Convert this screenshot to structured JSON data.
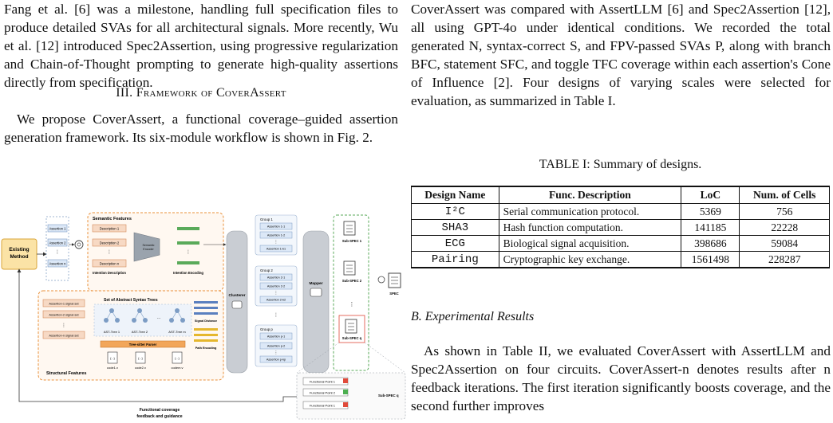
{
  "left": {
    "intro_para": "Fang et al. [6] was a milestone, handling full specification files to produce detailed SVAs for all architectural signals. More recently, Wu et al. [12] introduced Spec2Assertion, using progressive regularization and Chain-of-Thought prompting to generate high-quality assertions directly from specification.",
    "section_title": "III. Framework of CoverAssert",
    "section_para": "We propose CoverAssert, a functional coverage–guided assertion generation framework. Its six-module workflow is shown in Fig. 2."
  },
  "figure": {
    "existing_method": "Existing Method",
    "semantic_features": "Semantic Features",
    "structural_features": "Structural Features",
    "assertions": [
      "Assertion 1",
      "Assertion 2",
      "Assertion n"
    ],
    "descriptions": [
      "Description 1",
      "Description 2",
      "Description n"
    ],
    "semantic_encoder": "Semantic Encoder",
    "intention_description": "Intention Description",
    "intention_encoding": "Intention Encoding",
    "signal_sets": [
      "Assertion-1 signal set",
      "Assertion-2 signal set",
      "Assertion-n signal set"
    ],
    "ast_title": "Set of Abstract Syntax Trees",
    "ast_trees": [
      "AST-Tree 1",
      "AST-Tree 2",
      "AST-Tree m"
    ],
    "parser": "Tree-sitter Parser",
    "code_files": [
      "code1.v",
      "code2.v",
      "codem.v"
    ],
    "code_glyph": "{...}",
    "signal_distance": "Signal Distance",
    "path_encoding": "Path Encoding",
    "clusterer": "Clusterer",
    "mapper": "Mapper",
    "groups": [
      {
        "name": "Group 1",
        "items": [
          "Assertion 1-1",
          "Assertion 1-2",
          "Assertion 1-k1"
        ]
      },
      {
        "name": "Group 2",
        "items": [
          "Assertion 2-1",
          "Assertion 2-2",
          "Assertion 2-k2"
        ]
      },
      {
        "name": "Group p",
        "items": [
          "Assertion p-1",
          "Assertion p-2",
          "Assertion p-kp"
        ]
      }
    ],
    "subspecs": [
      "Sub-SPEC 1",
      "Sub-SPEC 2",
      "Sub-SPEC q"
    ],
    "spec": "SPEC",
    "functional_points": [
      "Functional Point 1",
      "Functional Point 2",
      "Functional Point 1"
    ],
    "subspec_q_label": "Sub-SPEC q",
    "feedback_line1": "Functional coverage",
    "feedback_line2": "feedback and guidance",
    "colors": {
      "semantic_border": "#e8903a",
      "structural_border": "#e8903a",
      "existing_fill": "#fbe3a6",
      "box_blue": "#dce8f7",
      "box_orange": "#f7d9c4",
      "gray": "#c9cdd3",
      "red": "#e04a3a",
      "green": "#4caf50"
    }
  },
  "right": {
    "eval_para": "CoverAssert was compared with AssertLLM [6] and Spec2Assertion [12], all using GPT-4o under identical conditions. We recorded the total generated N, syntax-correct S, and FPV-passed SVAs P, along with branch BFC, statement SFC, and toggle TFC coverage within each assertion's Cone of Influence [2]. Four designs of varying scales were selected for evaluation, as summarized in Table I.",
    "table_caption": "TABLE I: Summary of designs.",
    "table_headers": [
      "Design Name",
      "Func. Description",
      "LoC",
      "Num. of Cells"
    ],
    "table_rows": [
      [
        "I²C",
        "Serial communication protocol.",
        "5369",
        "756"
      ],
      [
        "SHA3",
        "Hash function computation.",
        "141185",
        "22228"
      ],
      [
        "ECG",
        "Biological signal acquisition.",
        "398686",
        "59084"
      ],
      [
        "Pairing",
        "Cryptographic key exchange.",
        "1561498",
        "228287"
      ]
    ],
    "subsection_title": "B. Experimental Results",
    "results_para": "As shown in Table II, we evaluated CoverAssert with AssertLLM and Spec2Assertion on four circuits. CoverAssert-n denotes results after n feedback iterations. The first iteration significantly boosts coverage, and the second further improves"
  }
}
